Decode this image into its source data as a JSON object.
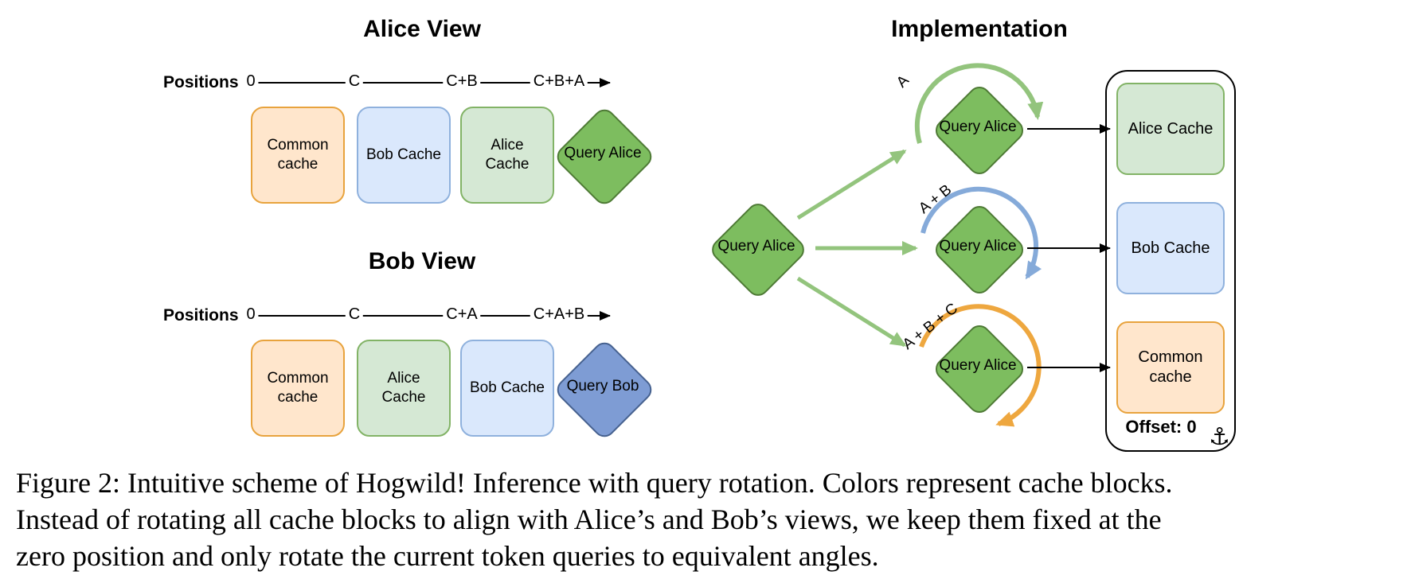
{
  "alice_view": {
    "title": "Alice View",
    "positions_label": "Positions",
    "ticks": [
      "0",
      "C",
      "C+B",
      "C+B+A"
    ],
    "blocks": [
      {
        "label": "Common cache"
      },
      {
        "label": "Bob Cache"
      },
      {
        "label": "Alice Cache"
      }
    ],
    "query_label": "Query Alice"
  },
  "bob_view": {
    "title": "Bob View",
    "positions_label": "Positions",
    "ticks": [
      "0",
      "C",
      "C+A",
      "C+A+B"
    ],
    "blocks": [
      {
        "label": "Common cache"
      },
      {
        "label": "Alice Cache"
      },
      {
        "label": "Bob Cache"
      }
    ],
    "query_label": "Query Bob"
  },
  "implementation": {
    "title": "Implementation",
    "source_query_label": "Query Alice",
    "rotations": [
      {
        "angle_label": "A",
        "query_label": "Query Alice",
        "target": "Alice Cache"
      },
      {
        "angle_label": "A + B",
        "query_label": "Query Alice",
        "target": "Bob Cache"
      },
      {
        "angle_label": "A + B + C",
        "query_label": "Query Alice",
        "target": "Common cache"
      }
    ],
    "cache_blocks": [
      {
        "label": "Alice Cache"
      },
      {
        "label": "Bob Cache"
      },
      {
        "label": "Common cache"
      }
    ],
    "offset_label": "Offset: 0",
    "anchor_icon": "⚓"
  },
  "caption": {
    "line1": "Figure 2: Intuitive scheme of Hogwild! Inference with query rotation. Colors represent cache blocks.",
    "line2": "Instead of rotating all cache blocks to align with Alice’s and Bob’s views, we keep them fixed at the",
    "line3": "zero position and only rotate the current token queries to equivalent angles."
  },
  "colors": {
    "common_cache_fill": "#ffe6cc",
    "common_cache_border": "#e8a33d",
    "bob_cache_fill": "#dae8fc",
    "bob_cache_border": "#8fb1dd",
    "alice_cache_fill": "#d5e8d4",
    "alice_cache_border": "#82b366",
    "query_alice_fill": "#7dbd5f",
    "query_alice_border": "#4e7a35",
    "query_bob_fill": "#7e9cd4",
    "query_bob_border": "#46618f",
    "fan_arrow": "#93c47d",
    "arc_a": "#93c47d",
    "arc_ab": "#85aad9",
    "arc_abc": "#eea73f",
    "line_black": "#000000"
  }
}
